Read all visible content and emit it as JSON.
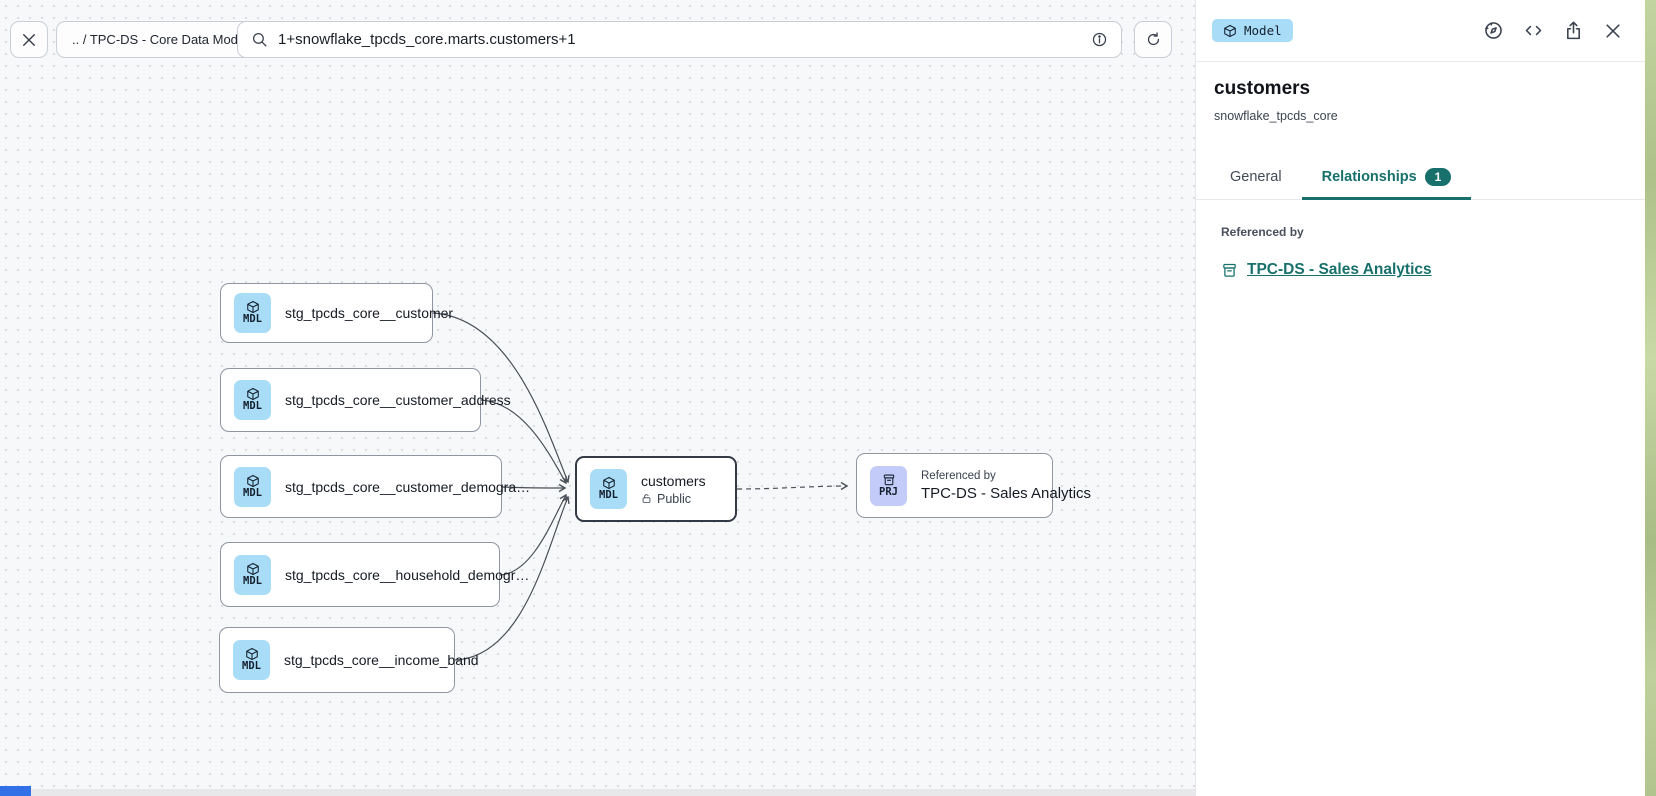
{
  "colors": {
    "accent_teal": "#17706b",
    "model_badge_bg": "#a9ddf7",
    "project_badge_bg": "#c3ccf9",
    "canvas_bg": "#f7f8fa",
    "edge": "#4a5058"
  },
  "top_bar": {
    "breadcrumb": ".. / TPC-DS - Core Data Models",
    "search_value": "1+snowflake_tpcds_core.marts.customers+1"
  },
  "canvas": {
    "upstream": [
      {
        "badge": "MDL",
        "label": "stg_tpcds_core__customer"
      },
      {
        "badge": "MDL",
        "label": "stg_tpcds_core__customer_address"
      },
      {
        "badge": "MDL",
        "label": "stg_tpcds_core__customer_demogra…"
      },
      {
        "badge": "MDL",
        "label": "stg_tpcds_core__household_demogr…"
      },
      {
        "badge": "MDL",
        "label": "stg_tpcds_core__income_band"
      }
    ],
    "center": {
      "badge": "MDL",
      "title": "customers",
      "visibility": "Public"
    },
    "referenced": {
      "badge": "PRJ",
      "kicker": "Referenced by",
      "title": "TPC-DS - Sales Analytics"
    }
  },
  "panel": {
    "type_badge": "Model",
    "title": "customers",
    "subtitle": "snowflake_tpcds_core",
    "tabs": [
      {
        "label": "General"
      },
      {
        "label": "Relationships",
        "badge": "1"
      }
    ],
    "referenced_by": {
      "heading": "Referenced by",
      "link": "TPC-DS - Sales Analytics"
    }
  }
}
